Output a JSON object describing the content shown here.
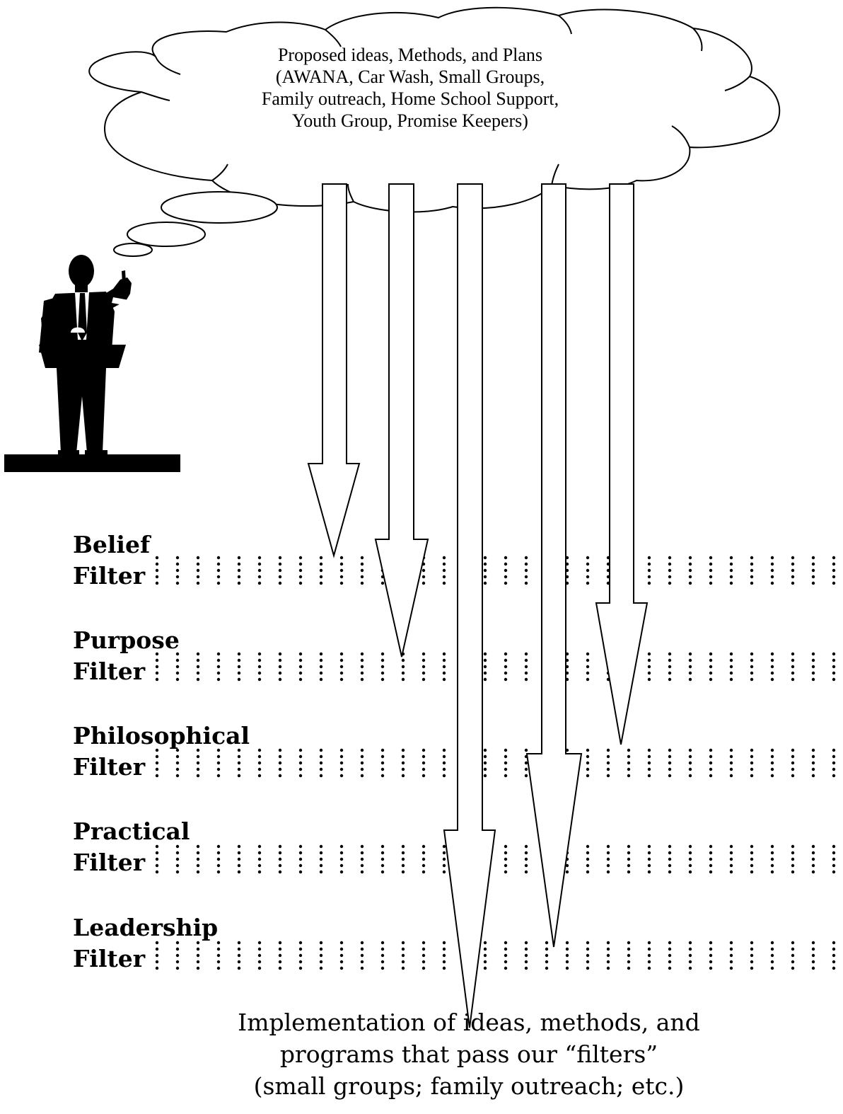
{
  "cloud": {
    "lines": [
      "Proposed ideas, Methods, and Plans",
      "(AWANA, Car Wash, Small Groups,",
      "Family outreach, Home School Support,",
      "Youth Group, Promise Keepers)"
    ]
  },
  "filters": [
    {
      "line1": "Belief",
      "line2": "Filter"
    },
    {
      "line1": "Purpose",
      "line2": "Filter"
    },
    {
      "line1": "Philosophical",
      "line2": "Filter"
    },
    {
      "line1": "Practical",
      "line2": "Filter"
    },
    {
      "line1": "Leadership",
      "line2": "Filter"
    }
  ],
  "implementation": {
    "lines": [
      "Implementation of ideas, methods, and",
      "programs that pass our “filters”",
      "(small groups; family outreach; etc.)"
    ]
  },
  "icons": {
    "speaker": "speaker-at-podium-icon",
    "thought_cloud": "thought-cloud"
  },
  "colors": {
    "ink": "#000000",
    "paper": "#ffffff"
  }
}
